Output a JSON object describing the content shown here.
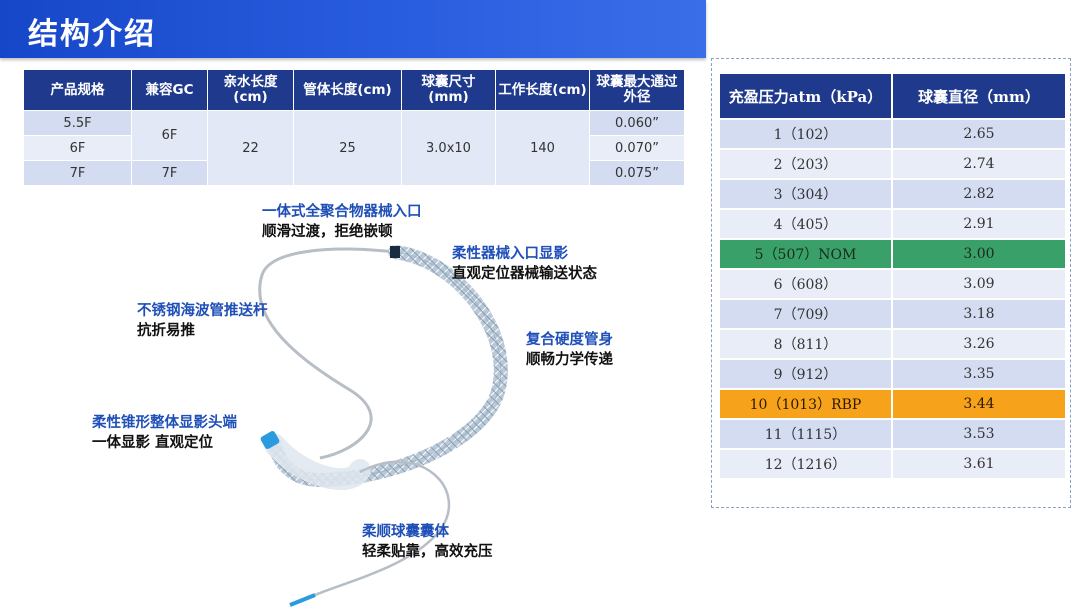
{
  "title": "结构介绍",
  "spec_table": {
    "headers": [
      "产品规格",
      "兼容GC",
      "亲水长度(cm)",
      "管体长度(cm)",
      "球囊尺寸(mm)",
      "工作长度(cm)",
      "球囊最大通过外径"
    ],
    "rows": [
      {
        "size": "5.5F",
        "od": "0.060”"
      },
      {
        "size": "6F",
        "od": "0.070”"
      },
      {
        "size": "7F",
        "od": "0.075”"
      }
    ],
    "gc_merged": "6F",
    "gc_last": "7F",
    "hydrophilic_length": "22",
    "shaft_length": "25",
    "balloon_size": "3.0x10",
    "working_length": "140"
  },
  "pressure_table": {
    "headers": [
      "充盈压力atm（kPa）",
      "球囊直径（mm）"
    ],
    "rows": [
      {
        "p": "1（102）",
        "d": "2.65"
      },
      {
        "p": "2（203）",
        "d": "2.74"
      },
      {
        "p": "3（304）",
        "d": "2.82"
      },
      {
        "p": "4（405）",
        "d": "2.91"
      },
      {
        "p": "5（507）NOM",
        "d": "3.00"
      },
      {
        "p": "6（608）",
        "d": "3.09"
      },
      {
        "p": "7（709）",
        "d": "3.18"
      },
      {
        "p": "8（811）",
        "d": "3.26"
      },
      {
        "p": "9（912）",
        "d": "3.35"
      },
      {
        "p": "10（1013）RBP",
        "d": "3.44"
      },
      {
        "p": "11（1115）",
        "d": "3.53"
      },
      {
        "p": "12（1216）",
        "d": "3.61"
      }
    ],
    "nom_color": "#3aa06a",
    "rbp_color": "#f7a21b"
  },
  "callouts": {
    "c1": {
      "head": "一体式全聚合物器械入口",
      "sub": "顺滑过渡，拒绝嵌顿"
    },
    "c2": {
      "head": "柔性器械入口显影",
      "sub": "直观定位器械输送状态"
    },
    "c3": {
      "head": "不锈钢海波管推送杆",
      "sub": "抗折易推"
    },
    "c4": {
      "head": "复合硬度管身",
      "sub": "顺畅力学传递"
    },
    "c5": {
      "head": "柔性锥形整体显影头端",
      "sub": "一体显影 直观定位"
    },
    "c6": {
      "head": "柔顺球囊囊体",
      "sub": "轻柔贴靠，高效充压"
    }
  },
  "colors": {
    "header_bg": "#1f3a8c",
    "title_bg": "#1747c9",
    "callout_head": "#1f4fb8"
  }
}
